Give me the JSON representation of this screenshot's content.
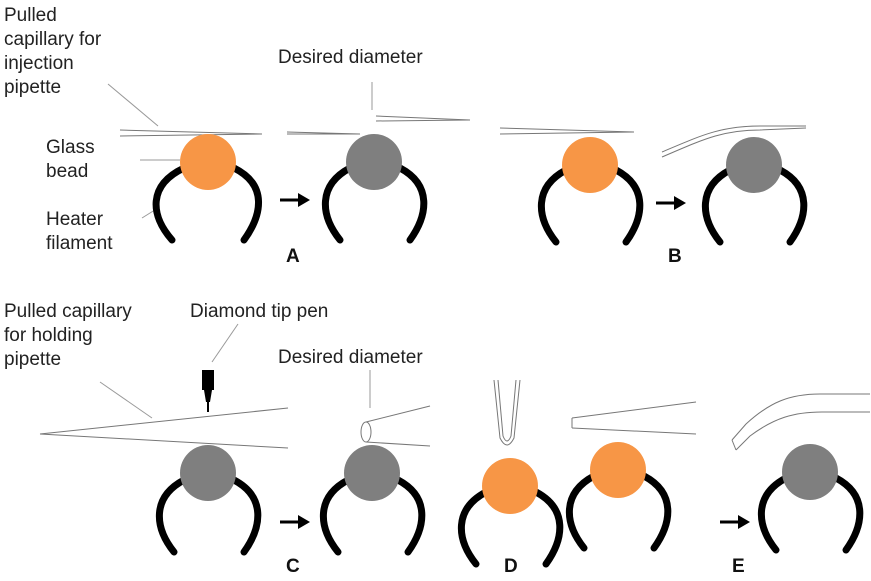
{
  "colors": {
    "hot_bead": "#f79646",
    "cool_bead": "#7f7f7f",
    "filament": "#000000",
    "glass_line": "#777777",
    "pointer_line": "#999999"
  },
  "icons": [
    "arrow-right-icon",
    "diamond-tip-pen-icon"
  ],
  "labels": {
    "pulled_capillary_injection": [
      "Pulled",
      "capillary for",
      "injection",
      "pipette"
    ],
    "desired_diameter_top": "Desired diameter",
    "glass_bead": [
      "Glass",
      "bead"
    ],
    "heater_filament": [
      "Heater",
      "filament"
    ],
    "pulled_capillary_holding": [
      "Pulled capillary",
      "for holding",
      "pipette"
    ],
    "diamond_tip_pen": "Diamond tip pen",
    "desired_diameter_bottom": "Desired diameter"
  },
  "panels": {
    "a": "A",
    "b": "B",
    "c": "C",
    "d": "D",
    "e": "E"
  }
}
